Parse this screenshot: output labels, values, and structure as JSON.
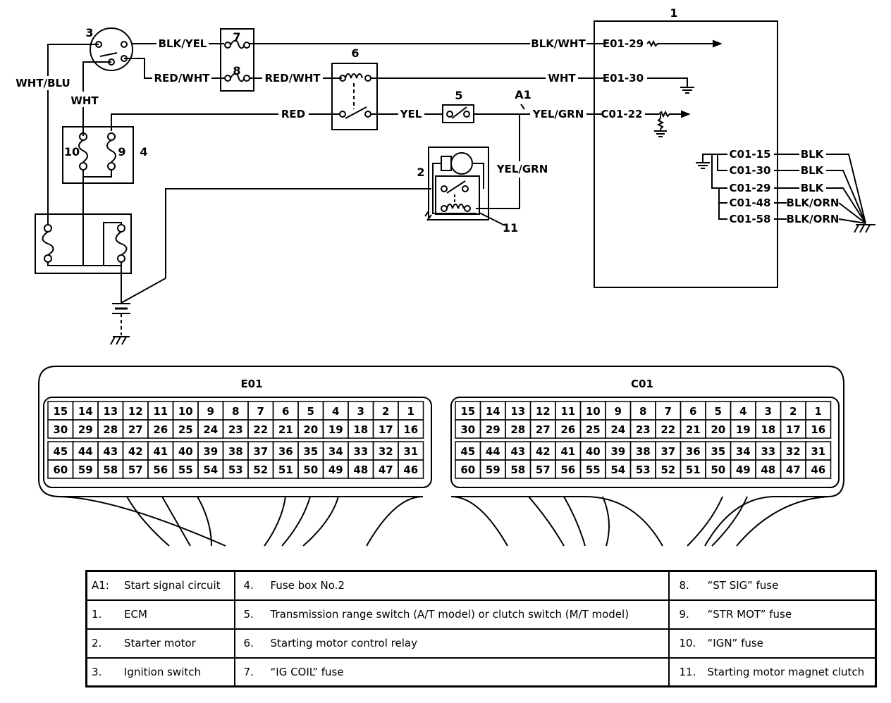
{
  "component_numbers": {
    "ecm": "1",
    "starter_motor": "2",
    "ignition_switch": "3",
    "fuse_box": "4",
    "trans_switch": "5",
    "relay": "6",
    "fuse_7": "7",
    "fuse_8": "8",
    "fuse_9": "9",
    "fuse_10": "10",
    "magnet_clutch": "11",
    "start_signal": "A1"
  },
  "wires": {
    "blk_yel": "BLK/YEL",
    "red_wht_a": "RED/WHT",
    "red_wht_b": "RED/WHT",
    "wht_blu": "WHT/BLU",
    "wht_a": "WHT",
    "blk_wht": "BLK/WHT",
    "wht_b": "WHT",
    "red": "RED",
    "yel": "YEL",
    "yel_grn_a": "YEL/GRN",
    "yel_grn_b": "YEL/GRN",
    "blk_1": "BLK",
    "blk_2": "BLK",
    "blk_3": "BLK",
    "blk_orn_1": "BLK/ORN",
    "blk_orn_2": "BLK/ORN"
  },
  "ecm_terminals": {
    "e01_29": "E01-29",
    "e01_30": "E01-30",
    "c01_22": "C01-22",
    "c01_15": "C01-15",
    "c01_30": "C01-30",
    "c01_29": "C01-29",
    "c01_48": "C01-48",
    "c01_58": "C01-58"
  },
  "connectors": [
    {
      "name": "E01",
      "rows": [
        [
          "15",
          "14",
          "13",
          "12",
          "11",
          "10",
          "9",
          "8",
          "7",
          "6",
          "5",
          "4",
          "3",
          "2",
          "1"
        ],
        [
          "30",
          "29",
          "28",
          "27",
          "26",
          "25",
          "24",
          "23",
          "22",
          "21",
          "20",
          "19",
          "18",
          "17",
          "16"
        ],
        [
          "45",
          "44",
          "43",
          "42",
          "41",
          "40",
          "39",
          "38",
          "37",
          "36",
          "35",
          "34",
          "33",
          "32",
          "31"
        ],
        [
          "60",
          "59",
          "58",
          "57",
          "56",
          "55",
          "54",
          "53",
          "52",
          "51",
          "50",
          "49",
          "48",
          "47",
          "46"
        ]
      ]
    },
    {
      "name": "C01",
      "rows": [
        [
          "15",
          "14",
          "13",
          "12",
          "11",
          "10",
          "9",
          "8",
          "7",
          "6",
          "5",
          "4",
          "3",
          "2",
          "1"
        ],
        [
          "30",
          "29",
          "28",
          "27",
          "26",
          "25",
          "24",
          "23",
          "22",
          "21",
          "20",
          "19",
          "18",
          "17",
          "16"
        ],
        [
          "45",
          "44",
          "43",
          "42",
          "41",
          "40",
          "39",
          "38",
          "37",
          "36",
          "35",
          "34",
          "33",
          "32",
          "31"
        ],
        [
          "60",
          "59",
          "58",
          "57",
          "56",
          "55",
          "54",
          "53",
          "52",
          "51",
          "50",
          "49",
          "48",
          "47",
          "46"
        ]
      ]
    }
  ],
  "legend": [
    [
      {
        "key": "A1:",
        "text": "Start signal circuit"
      },
      {
        "key": "4.",
        "text": "Fuse box No.2"
      },
      {
        "key": "8.",
        "text": "“ST SIG” fuse"
      }
    ],
    [
      {
        "key": "1.",
        "text": "ECM"
      },
      {
        "key": "5.",
        "text": "Transmission range switch (A/T model) or clutch switch (M/T model)"
      },
      {
        "key": "9.",
        "text": "“STR MOT” fuse"
      }
    ],
    [
      {
        "key": "2.",
        "text": "Starter motor"
      },
      {
        "key": "6.",
        "text": "Starting motor control relay"
      },
      {
        "key": "10.",
        "text": "“IGN” fuse"
      }
    ],
    [
      {
        "key": "3.",
        "text": "Ignition switch"
      },
      {
        "key": "7.",
        "text": "“IG COIL” fuse"
      },
      {
        "key": "11.",
        "text": "Starting motor magnet clutch"
      }
    ]
  ]
}
